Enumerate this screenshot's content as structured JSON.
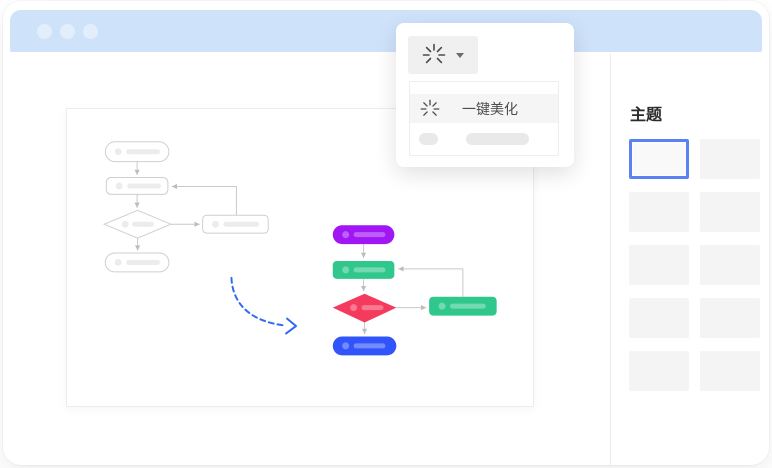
{
  "popup": {
    "toolbar_button": {
      "icon": "beautify-burst-icon",
      "caret_icon": "caret-down-icon"
    },
    "menu": {
      "item_label": "一键美化"
    }
  },
  "sidebar": {
    "title": "主题",
    "theme_count": 10,
    "selected_index": 0
  },
  "canvas": {
    "source_flowchart": "grey-wireframe-flowchart",
    "result_flowchart": "beautified-colored-flowchart",
    "transition": "dashed-arrow"
  },
  "palette": {
    "titlebar_blue": "#CEE2FA",
    "titlebar_dot": "#E3EEFC",
    "purple": "#A016F5",
    "green": "#30C78D",
    "red": "#F43B5E",
    "blue": "#3155FA",
    "arrow_blue": "#2F6BF0",
    "selected_border": "#5B82F2",
    "grey_stroke": "#CFCFCF",
    "connector_grey": "#C9C9C9",
    "placeholder_grey": "#ECECEC",
    "menu_highlight": "#F5F5F5",
    "button_bg": "#F0F0F0",
    "icon_grey": "#4A4A4A"
  }
}
